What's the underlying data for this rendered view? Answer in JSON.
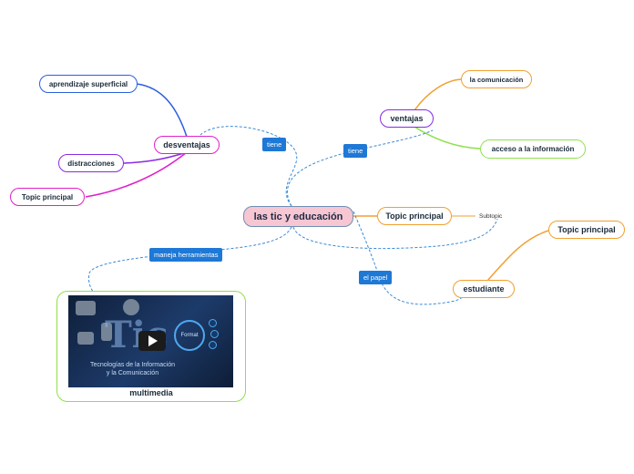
{
  "central": "las tic y educación",
  "nodes": {
    "ventajas": "ventajas",
    "la_comunicacion": "la comunicación",
    "acceso_informacion": "acceso a la información",
    "desventajas": "desventajas",
    "aprendizaje_superficial": "aprendizaje superficial",
    "distracciones": "distracciones",
    "topic_left": "Topic principal",
    "topic_center": "Topic principal",
    "subtopic": "Subtopic",
    "estudiante": "estudiante",
    "topic_right": "Topic principal",
    "multimedia": "multimedia"
  },
  "links": {
    "tiene_left": "tiene",
    "tiene_right": "tiene",
    "maneja": "maneja herramientas",
    "el_papel": "el papel"
  },
  "video": {
    "big": "Tic",
    "format": "Format",
    "line1": "Tecnologías de la Información",
    "line2": "y la Comunicación"
  },
  "colors": {
    "ventajas": "#8a2be2",
    "la_comunicacion": "#f0a030",
    "acceso_informacion": "#8ee04a",
    "desventajas": "#e020c8",
    "aprendizaje_superficial": "#2a5fe0",
    "distracciones": "#8a2be2",
    "topic_left": "#e020c8",
    "topic_center": "#f0a030",
    "estudiante": "#f0a030",
    "topic_right": "#f0a030",
    "multimedia": "#8ee04a",
    "link": "#3a8ad6"
  }
}
